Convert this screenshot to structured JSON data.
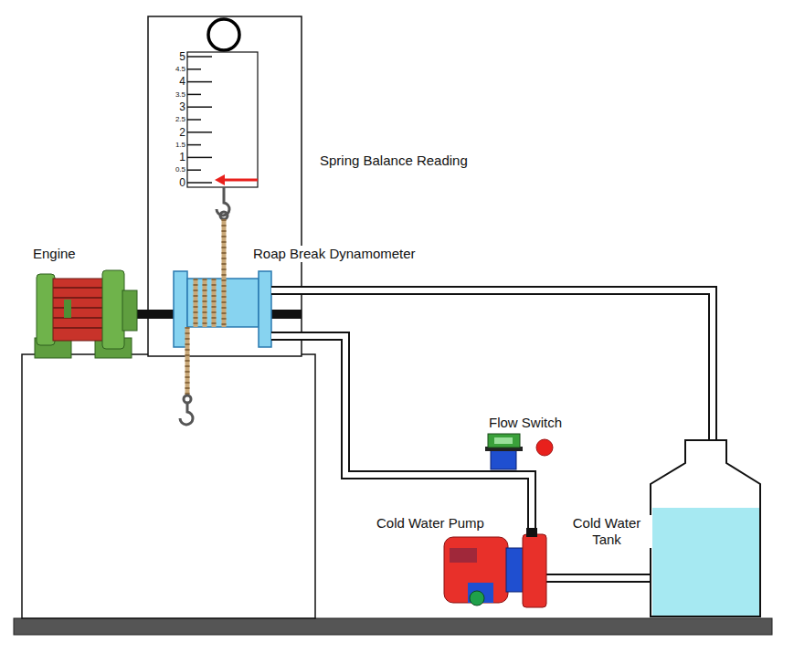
{
  "diagram": {
    "labels": [
      "5",
      "4.5",
      "4",
      "3.5",
      "3",
      "2.5",
      "2",
      "1.5",
      "1",
      "0.5",
      "0",
      "Spring Balance Reading",
      "Engine",
      "Roap Break Dynamometer",
      "Flow Switch",
      "Cold Water Pump",
      "Cold Water Tank"
    ]
  }
}
